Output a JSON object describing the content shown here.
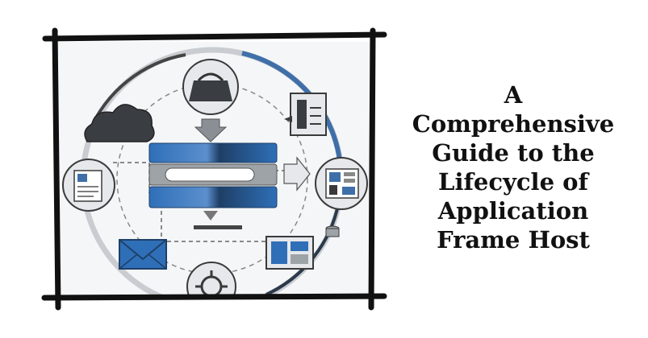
{
  "title": {
    "lines": [
      "A",
      "Comprehensive",
      "Guide to the",
      "Lifecycle of",
      "Application",
      "Frame Host"
    ]
  },
  "illustration": {
    "colors": {
      "frame": "#111111",
      "panel": "#f4f6f8",
      "ring_grey": "#c9ccd0",
      "ring_blue": "#3f6fa8",
      "bar_blue": "#2f6fb8",
      "bar_grey": "#9ea3a8",
      "node_fill": "#e6e8eb",
      "node_stroke": "#3a3a3a",
      "cloud": "#3a3d42"
    },
    "icons": [
      "cloud-icon",
      "shopping-bag-icon",
      "document-icon",
      "app-window-icon",
      "document-stack-icon",
      "email-envelope-icon",
      "gear-icon",
      "layout-window-icon",
      "database-icon"
    ]
  }
}
